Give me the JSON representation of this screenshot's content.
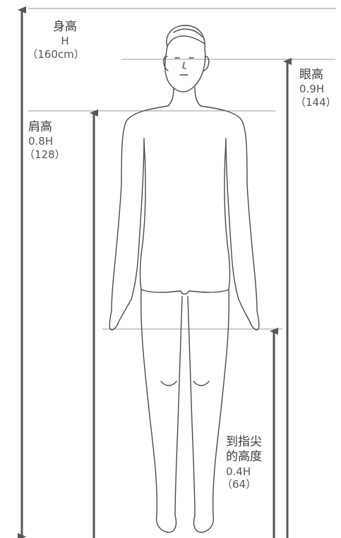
{
  "labels": {
    "height": {
      "title": "身高",
      "ratio": "H",
      "value": "（160cm）"
    },
    "eye": {
      "title": "眼高",
      "ratio": "0.9H",
      "value": "（144）"
    },
    "shoulder": {
      "title": "肩高",
      "ratio": "0.8H",
      "value": "（128）"
    },
    "fingertip": {
      "title_line1": "到指尖",
      "title_line2": "的高度",
      "ratio": "0.4H",
      "value": "（64）"
    }
  },
  "colors": {
    "arrow": "#555555",
    "figure_stroke": "#4a4a4a",
    "reference_line": "#9a9a9a"
  }
}
